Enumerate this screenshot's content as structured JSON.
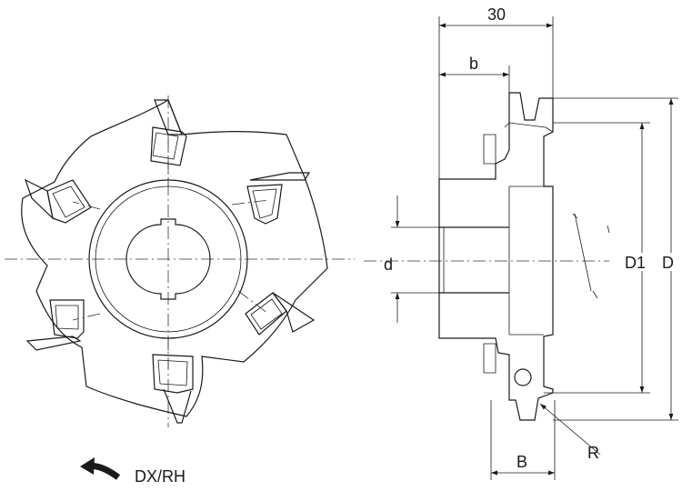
{
  "labels": {
    "dim_30": "30",
    "dim_b": "b",
    "dim_d": "d",
    "dim_D1": "D1",
    "dim_D": "D",
    "dim_B": "B",
    "dim_R": "R",
    "rotation": "DX/RH"
  },
  "colors": {
    "line": "#1a1a1a",
    "background": "#ffffff"
  }
}
